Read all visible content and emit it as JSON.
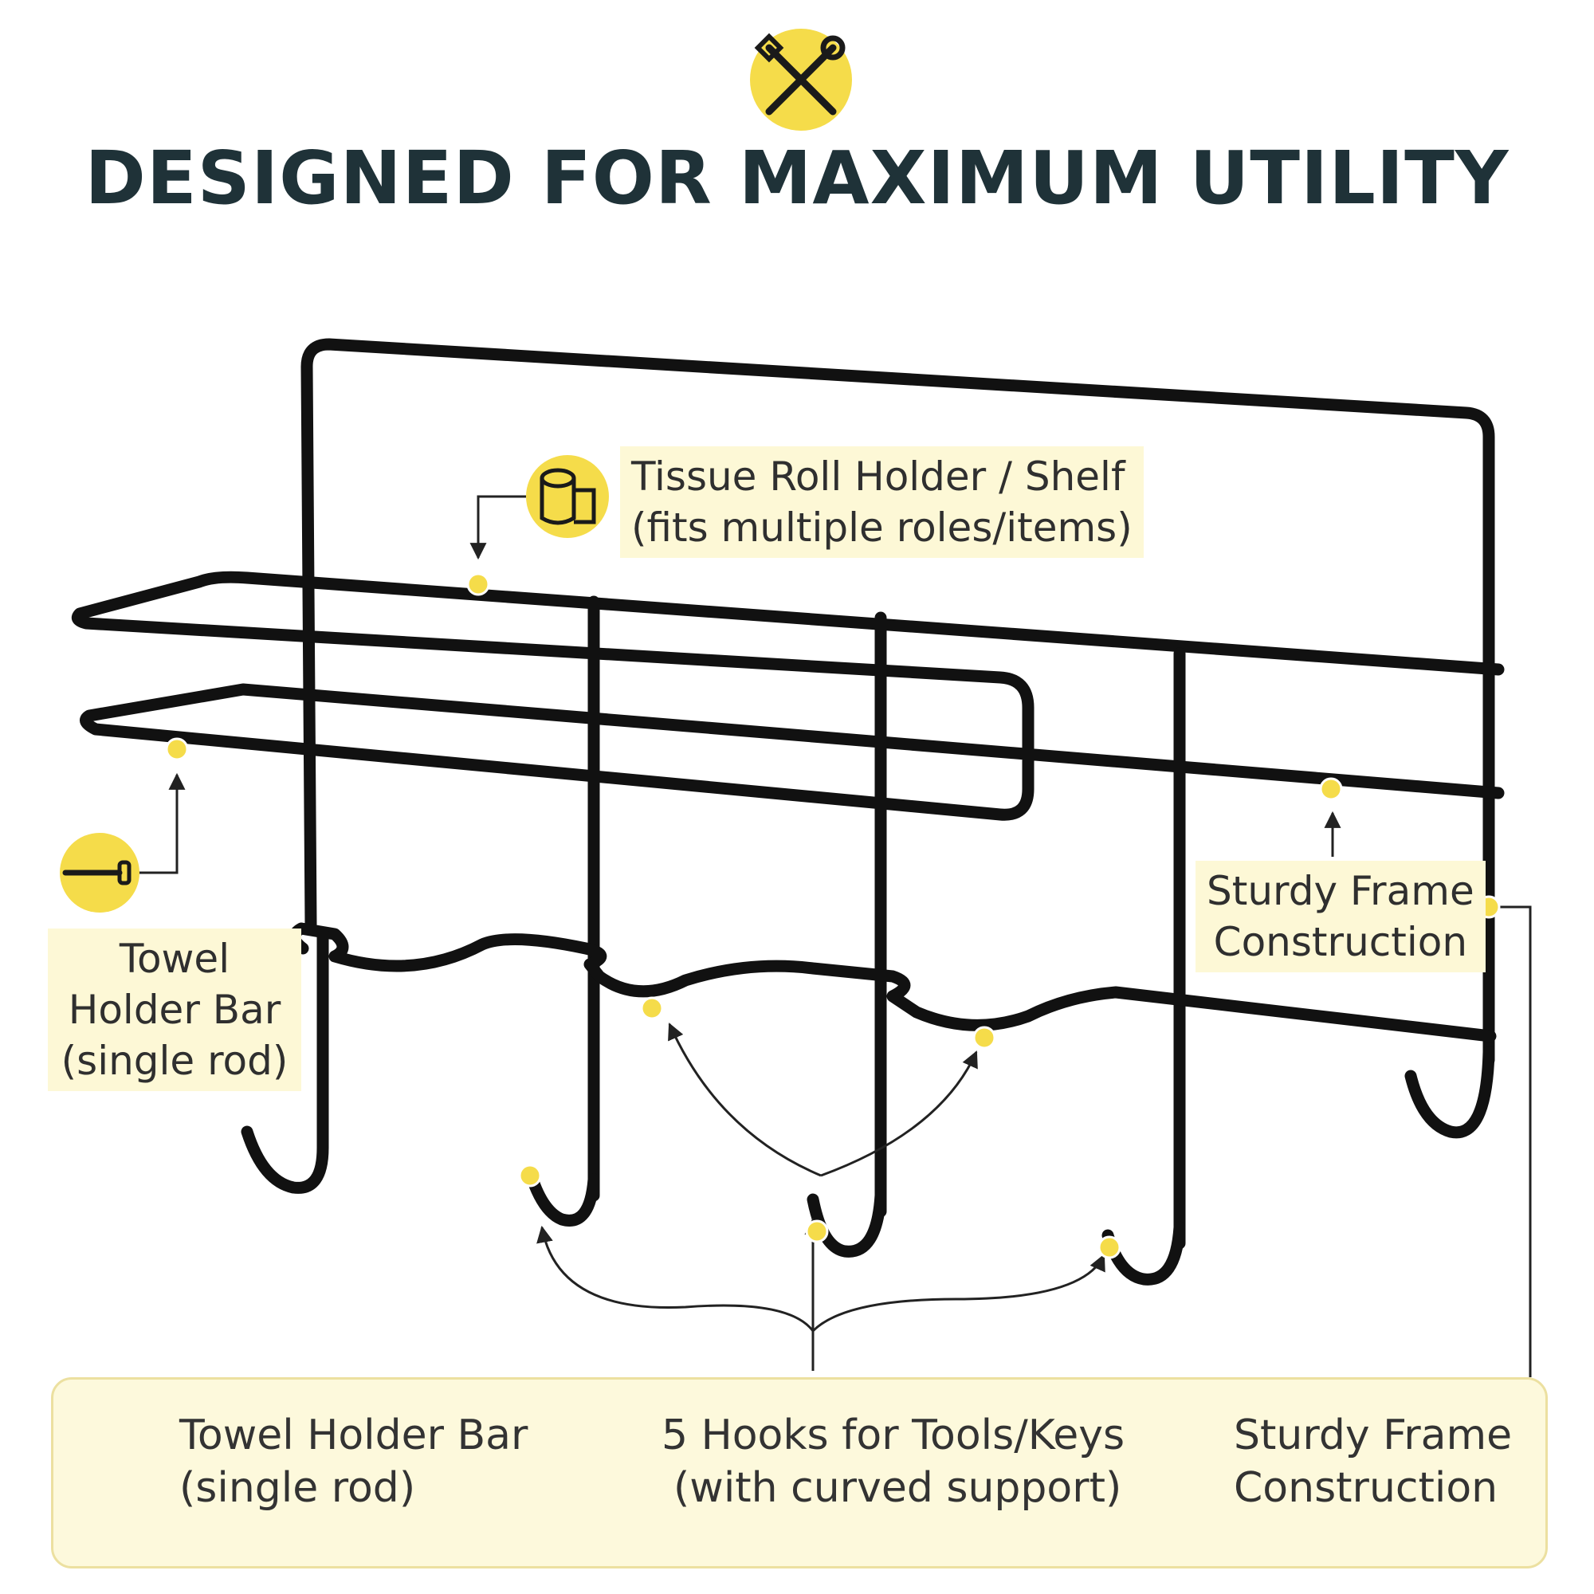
{
  "title": "DESIGNED FOR MAXIMUM UTILITY",
  "colors": {
    "accent_yellow": "#f5dc4a",
    "highlight_bg": "#fdf8d6",
    "legend_border": "#ece0a0",
    "frame_black": "#111111",
    "title_color": "#1f3238"
  },
  "icons": {
    "header": "tools-icon",
    "tissue": "tissue-roll-icon",
    "towel": "towel-bar-icon",
    "hooks": [
      "tools-icon",
      "key-icon"
    ],
    "frame": "yellow-dot-icon"
  },
  "callouts": {
    "tissue": {
      "line1": "Tissue Roll Holder / Shelf",
      "line2": "(fits multiple roles/items)"
    },
    "towel": {
      "line1": "Towel",
      "line2": "Holder Bar",
      "line3": "(single rod)"
    },
    "frame": {
      "line1": "Sturdy Frame",
      "line2": "Construction"
    }
  },
  "legend": {
    "towel": {
      "line1": "Towel Holder Bar",
      "line2": "(single rod)"
    },
    "hooks": {
      "line1": "5 Hooks for Tools/Keys",
      "line2": "(with curved support)"
    },
    "frame": {
      "line1": "Sturdy Frame",
      "line2": "Construction"
    }
  }
}
